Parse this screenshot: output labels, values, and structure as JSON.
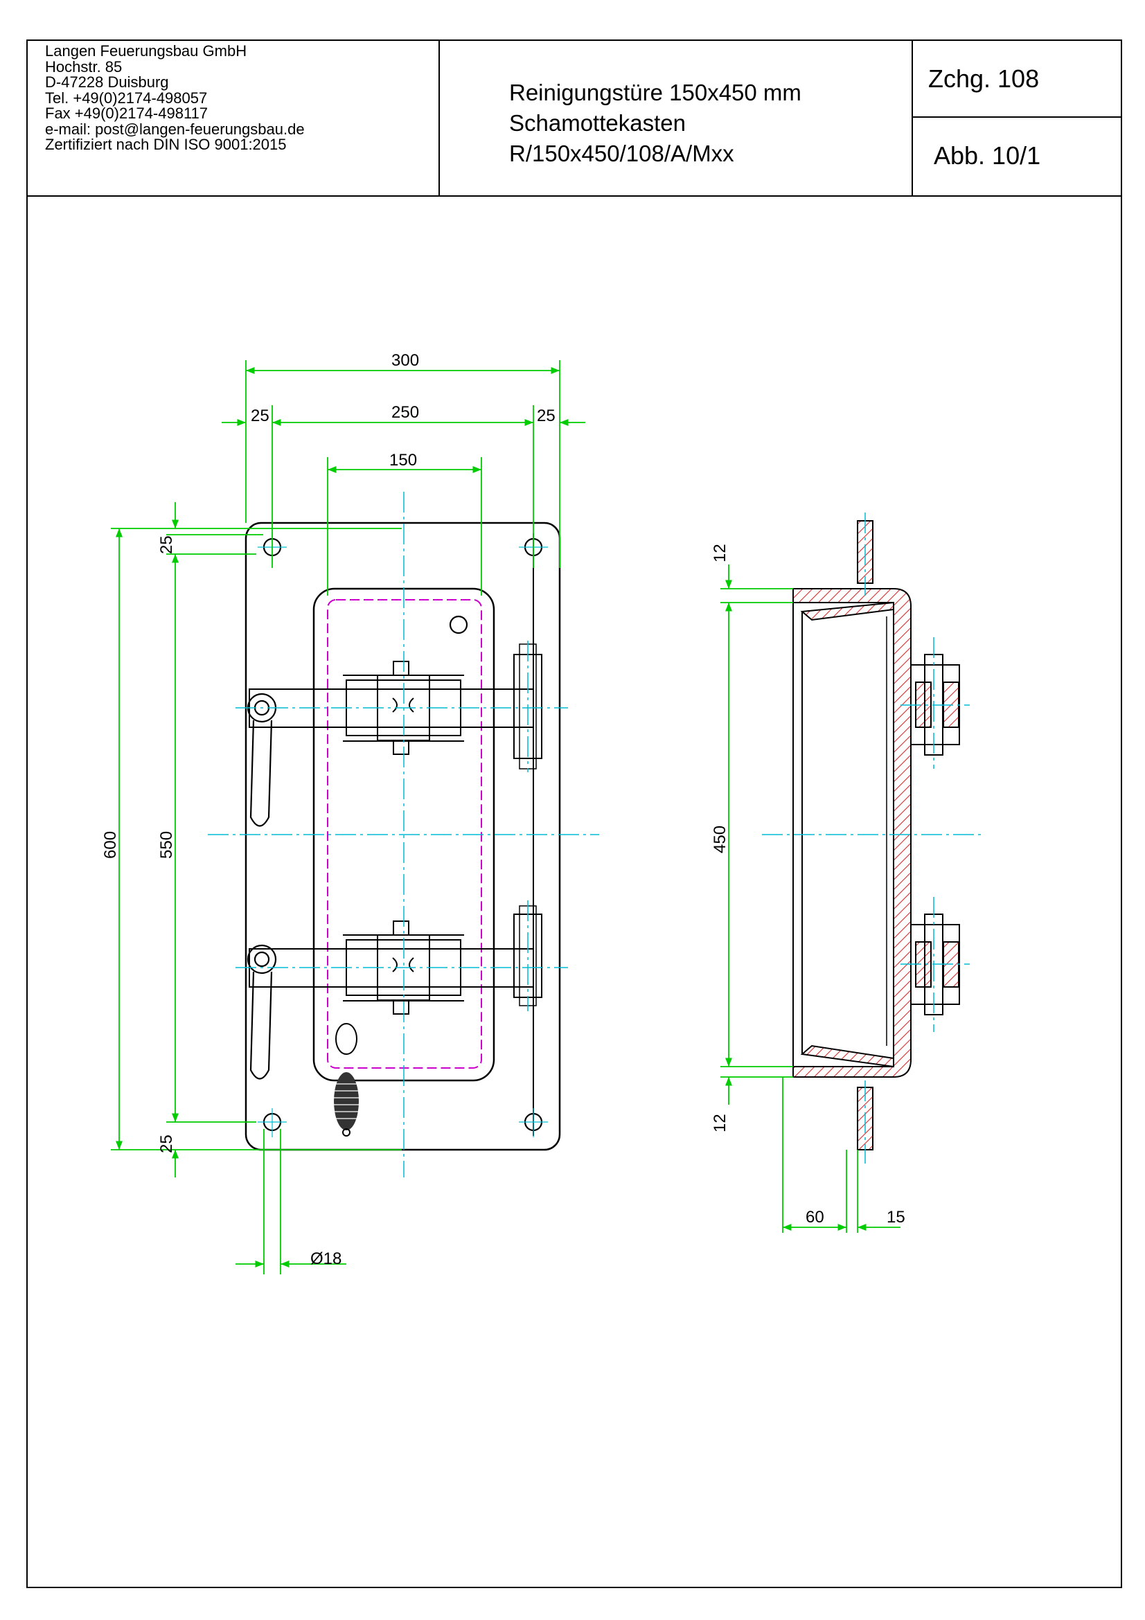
{
  "company": {
    "name": "Langen Feuerungsbau GmbH",
    "street": "Hochstr. 85",
    "city": "D-47228 Duisburg",
    "tel": "Tel. +49(0)2174-498057",
    "fax": "Fax +49(0)2174-498117",
    "email": "e-mail: post@langen-feuerungsbau.de",
    "cert": "Zertifiziert nach DIN ISO 9001:2015"
  },
  "title": {
    "line1": "Reinigungstüre 150x450 mm",
    "line2": "Schamottekasten",
    "line3": "R/150x450/108/A/Mxx"
  },
  "drawing_no": "Zchg. 108",
  "figure_no": "Abb. 10/1",
  "dimensions": {
    "width_total": "300",
    "width_inner": "250",
    "left_offset": "25",
    "right_offset": "25",
    "opening_width": "150",
    "height_total": "600",
    "height_inner": "550",
    "top_offset": "25",
    "bottom_offset": "25",
    "hole_diameter": "Ø18",
    "side_top": "12",
    "side_height": "450",
    "side_bottom": "12",
    "side_depth": "60",
    "side_flange": "15"
  },
  "colors": {
    "dimension": "#00cc00",
    "centerline": "#00bcd4",
    "section": "#d32f2f",
    "hidden": "#cc00cc",
    "outline": "#000000"
  }
}
